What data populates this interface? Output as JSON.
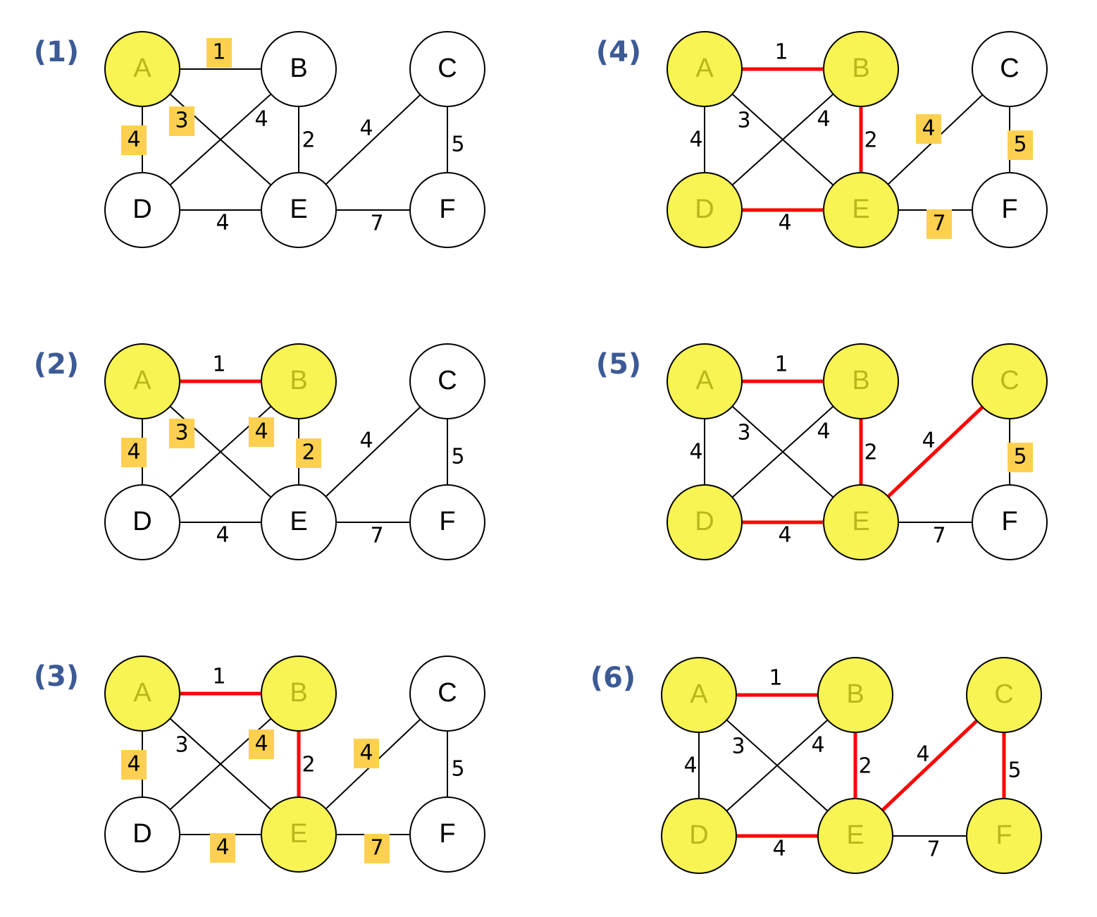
{
  "colors": {
    "step_label": "#3c5a96",
    "edge": "#000000",
    "mst_edge": "#ff0000",
    "visited_fill": "#f7f453",
    "visited_text": "#b9b71c",
    "unvisited_fill": "#ffffff",
    "unvisited_text": "#000000",
    "candidate_highlight": "#fdd04f"
  },
  "graph": {
    "nodes": [
      "A",
      "B",
      "C",
      "D",
      "E",
      "F"
    ],
    "edges": [
      {
        "id": "AB",
        "from": "A",
        "to": "B",
        "weight": "1"
      },
      {
        "id": "AD",
        "from": "A",
        "to": "D",
        "weight": "4"
      },
      {
        "id": "AE",
        "from": "A",
        "to": "E",
        "weight": "3"
      },
      {
        "id": "BD",
        "from": "B",
        "to": "D",
        "weight": "4"
      },
      {
        "id": "BE",
        "from": "B",
        "to": "E",
        "weight": "2"
      },
      {
        "id": "CE",
        "from": "C",
        "to": "E",
        "weight": "4"
      },
      {
        "id": "CF",
        "from": "C",
        "to": "F",
        "weight": "5"
      },
      {
        "id": "DE",
        "from": "D",
        "to": "E",
        "weight": "4"
      },
      {
        "id": "EF",
        "from": "E",
        "to": "F",
        "weight": "7"
      }
    ]
  },
  "steps": [
    {
      "label": "(1)",
      "visited": [
        "A"
      ],
      "mst_edges": [],
      "candidate_edges": [
        "AB",
        "AD",
        "AE"
      ]
    },
    {
      "label": "(2)",
      "visited": [
        "A",
        "B"
      ],
      "mst_edges": [
        "AB"
      ],
      "candidate_edges": [
        "AD",
        "AE",
        "BD",
        "BE"
      ]
    },
    {
      "label": "(3)",
      "visited": [
        "A",
        "B",
        "E"
      ],
      "mst_edges": [
        "AB",
        "BE"
      ],
      "candidate_edges": [
        "AD",
        "BD",
        "DE",
        "CE",
        "EF"
      ]
    },
    {
      "label": "(4)",
      "visited": [
        "A",
        "B",
        "D",
        "E"
      ],
      "mst_edges": [
        "AB",
        "BE",
        "DE"
      ],
      "candidate_edges": [
        "CE",
        "CF",
        "EF"
      ]
    },
    {
      "label": "(5)",
      "visited": [
        "A",
        "B",
        "C",
        "D",
        "E"
      ],
      "mst_edges": [
        "AB",
        "BE",
        "DE",
        "CE"
      ],
      "candidate_edges": [
        "CF"
      ]
    },
    {
      "label": "(6)",
      "visited": [
        "A",
        "B",
        "C",
        "D",
        "E",
        "F"
      ],
      "mst_edges": [
        "AB",
        "BE",
        "DE",
        "CE",
        "CF"
      ],
      "candidate_edges": []
    }
  ]
}
